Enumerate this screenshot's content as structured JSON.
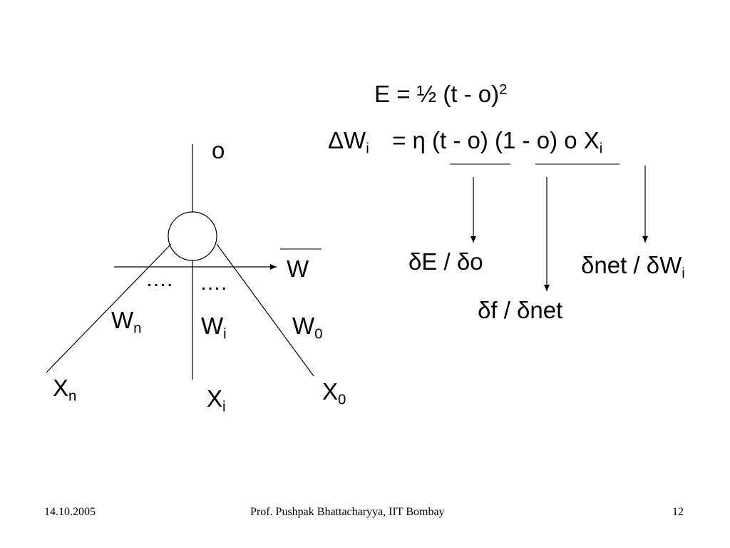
{
  "equations": {
    "error": {
      "lhs": "E",
      "rhs": "= ½ (t - o)",
      "power": "2"
    },
    "update": {
      "lhs_base": "ΔW",
      "lhs_sub": "i",
      "rhs": "= η (t - o) (1 - o) o X",
      "rhs_sub": "i"
    }
  },
  "derivatives": {
    "dE_do": "δE / δo",
    "df_dnet": "δf / δnet",
    "dnet_dW": {
      "base": "δnet / δW",
      "sub": "i"
    }
  },
  "perceptron": {
    "output": "o",
    "weight_vector": "W",
    "dots_left": "….",
    "dots_right": "….",
    "weights": [
      {
        "base": "W",
        "sub": "n"
      },
      {
        "base": "W",
        "sub": "i"
      },
      {
        "base": "W",
        "sub": "0"
      }
    ],
    "inputs": [
      {
        "base": "X",
        "sub": "n"
      },
      {
        "base": "X",
        "sub": "i"
      },
      {
        "base": "X",
        "sub": "0"
      }
    ]
  },
  "footer": {
    "date": "14.10.2005",
    "author": "Prof. Pushpak Bhattacharyya, IIT Bombay",
    "page": "12"
  },
  "colors": {
    "background": "#ffffff",
    "ink": "#000000"
  }
}
